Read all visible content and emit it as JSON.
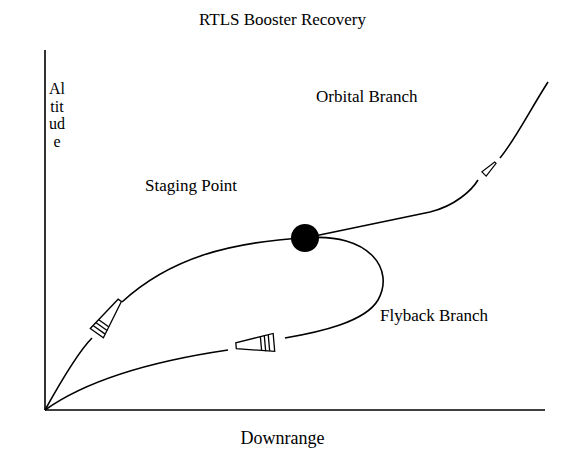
{
  "diagram": {
    "title": "RTLS Booster Recovery",
    "labels": [
      "Altitude",
      "Downrange",
      "Staging Point",
      "Orbital Branch",
      "Flyback Branch"
    ]
  }
}
